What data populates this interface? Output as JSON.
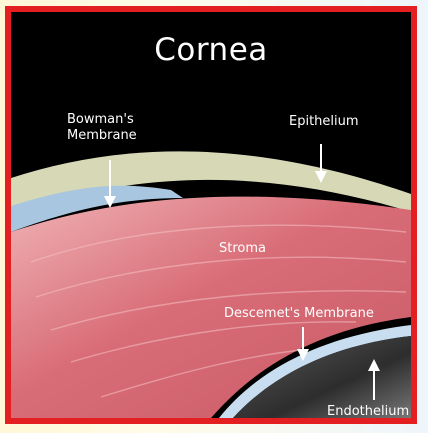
{
  "diagram": {
    "title": "Cornea",
    "labels": {
      "bowman": "Bowman's\nMembrane",
      "epithelium": "Epithelium",
      "stroma": "Stroma",
      "descemet": "Descemet's Membrane",
      "endothelium": "Endothelium"
    }
  },
  "colors": {
    "frame": "#e41f22",
    "background": "#000000",
    "epithelium": "#d8d9b8",
    "bowman": "#a9c8e0",
    "stroma": "#d9717a",
    "descemet": "#c9dfee",
    "endothelium": "#d7d7d7"
  }
}
